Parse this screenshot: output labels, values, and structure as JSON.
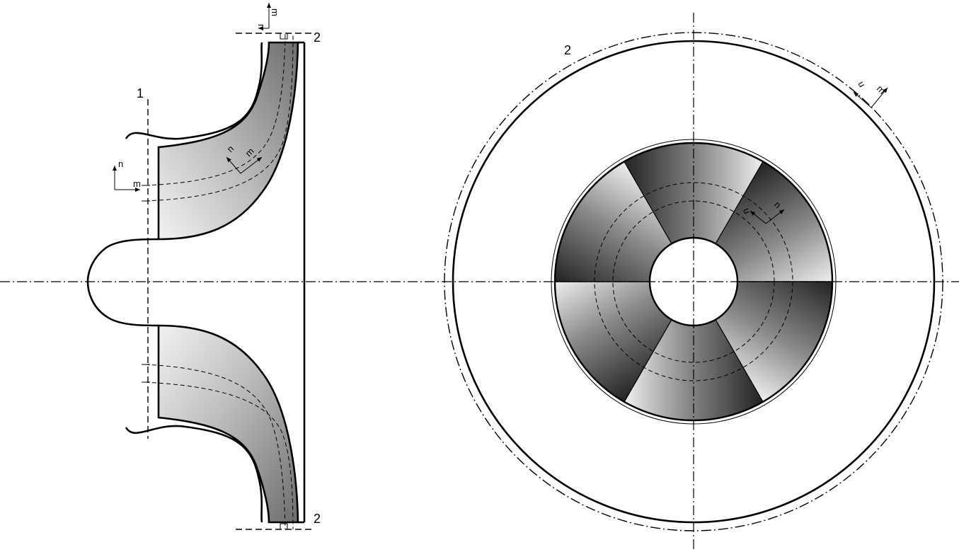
{
  "side_view": {
    "station_inlet": "1",
    "station_outlet_top": "2",
    "station_outlet_bottom": "2",
    "inlet_axes": {
      "n": "n",
      "m": "m"
    },
    "passage_axes": {
      "n": "n",
      "m": "m"
    },
    "outlet_axes": {
      "n": "n",
      "m": "m"
    }
  },
  "front_view": {
    "station_outlet": "2",
    "blade_count": 6,
    "blade_axes": {
      "u": "u",
      "n": "n"
    },
    "outlet_axes": {
      "u": "u",
      "m": "m"
    }
  },
  "colors": {
    "line": "#000000",
    "shade_dark": "#1c1c1c",
    "shade_mid": "#8a8a8a",
    "shade_light": "#f7f7f7"
  }
}
